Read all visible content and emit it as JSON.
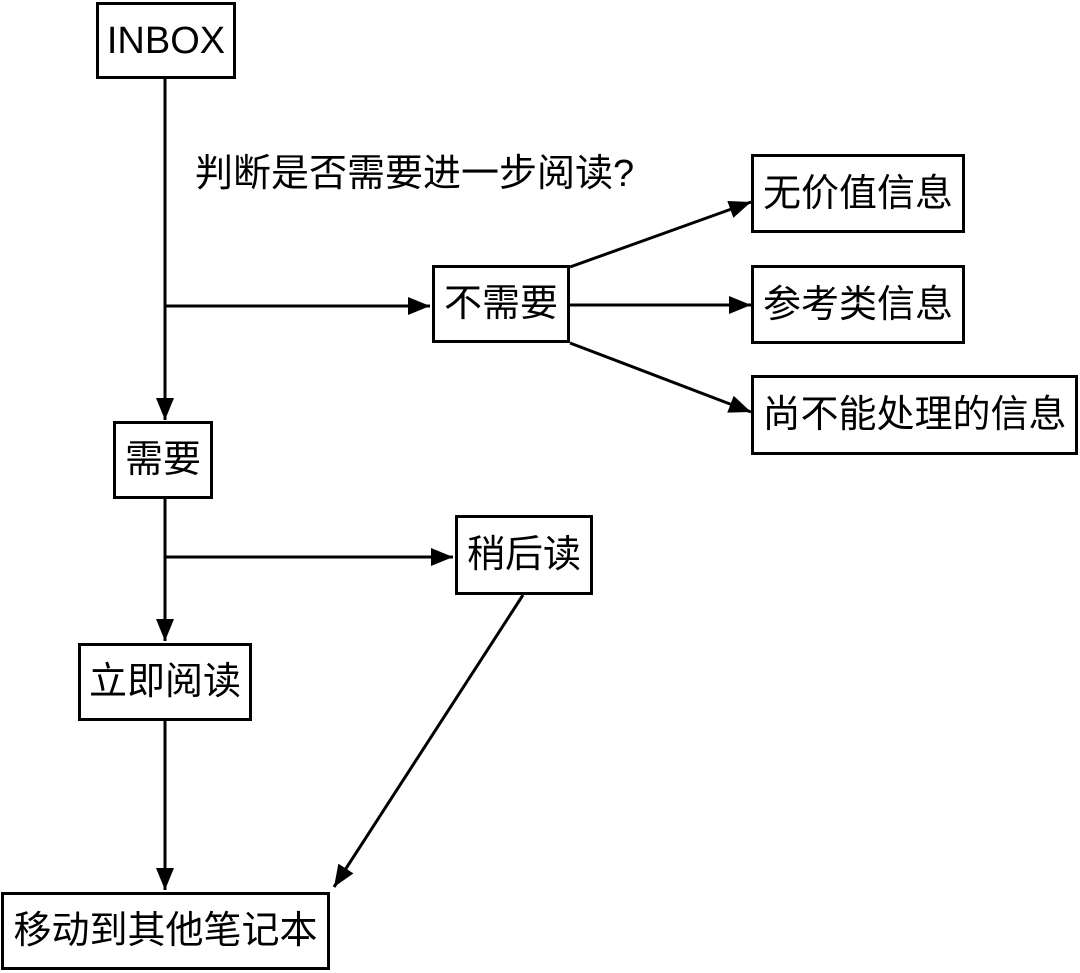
{
  "diagram": {
    "background_color": "#ffffff",
    "line_color": "#000000",
    "question_label": "判断是否需要进一步阅读?",
    "nodes": {
      "inbox": {
        "label": "INBOX"
      },
      "no_need": {
        "label": "不需要"
      },
      "worthless_info": {
        "label": "无价值信息"
      },
      "reference_info": {
        "label": "参考类信息"
      },
      "unprocessable_info": {
        "label": "尚不能处理的信息"
      },
      "need": {
        "label": "需要"
      },
      "read_later": {
        "label": "稍后读"
      },
      "read_immediately": {
        "label": "立即阅读"
      },
      "move_to_other_notebook": {
        "label": "移动到其他笔记本"
      }
    },
    "edges": [
      {
        "from": "inbox",
        "to": "need"
      },
      {
        "from": "inbox",
        "to": "no_need"
      },
      {
        "from": "no_need",
        "to": "worthless_info"
      },
      {
        "from": "no_need",
        "to": "reference_info"
      },
      {
        "from": "no_need",
        "to": "unprocessable_info"
      },
      {
        "from": "need",
        "to": "read_later"
      },
      {
        "from": "need",
        "to": "read_immediately"
      },
      {
        "from": "read_later",
        "to": "move_to_other_notebook"
      },
      {
        "from": "read_immediately",
        "to": "move_to_other_notebook"
      }
    ]
  }
}
